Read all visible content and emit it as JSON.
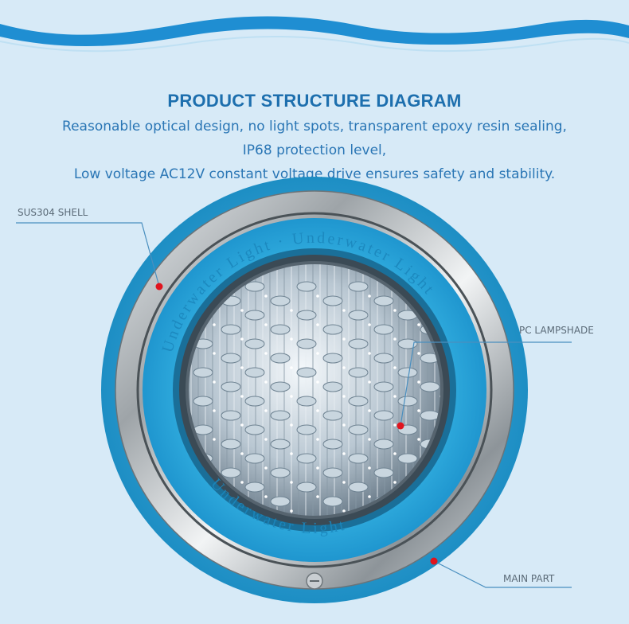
{
  "header": {
    "title": "PRODUCT STRUCTURE DIAGRAM",
    "lines": [
      "Reasonable optical design, no light spots, transparent epoxy resin sealing,",
      "IP68 protection level,",
      "Low voltage AC12V constant voltage drive ensures safety and stability."
    ]
  },
  "callouts": {
    "shell": "SUS304 SHELL",
    "lampshade": "PC LAMPSHADE",
    "main_part": "MAIN PART"
  },
  "colors": {
    "background": "#d7eaf7",
    "wave": "#1f8ed2",
    "title": "#1d6fae",
    "ring_blue": "#2aa3d6",
    "marker": "#e0141e"
  }
}
